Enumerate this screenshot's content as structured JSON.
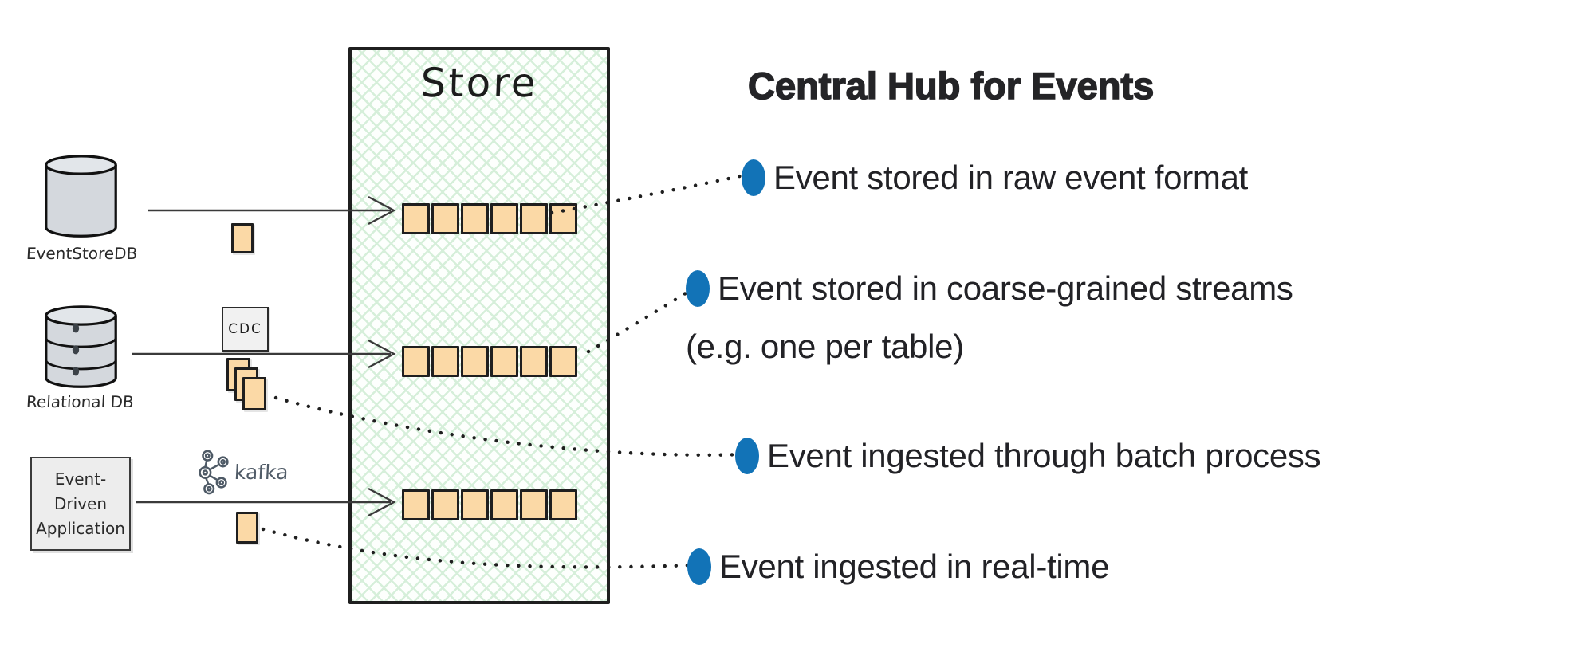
{
  "store": {
    "title": "Store",
    "streams": [
      {
        "name": "raw-event-stream",
        "cells": 6
      },
      {
        "name": "coarse-grained-stream",
        "cells": 6
      },
      {
        "name": "real-time-stream",
        "cells": 6
      }
    ]
  },
  "sources": [
    {
      "label": "EventStoreDB",
      "type": "event-database"
    },
    {
      "label": "Relational DB",
      "type": "relational-database"
    },
    {
      "label": "Event-Driven Application",
      "lines": [
        "Event-",
        "Driven",
        "Application"
      ],
      "type": "application"
    }
  ],
  "middleware": {
    "cdc_label": "CDC",
    "kafka_label": "kafka"
  },
  "panel": {
    "heading": "Central Hub for Events",
    "bullets": [
      {
        "text": "Event stored in raw event format"
      },
      {
        "text": "Event stored in coarse-grained streams (e.g. one per table)"
      },
      {
        "text": "Event ingested through batch process"
      },
      {
        "text": "Event ingested in real-time"
      }
    ]
  },
  "colors": {
    "accent_blue": "#1273b7",
    "event_orange": "#fbd9a6",
    "outline_dark": "#1f1f1f",
    "store_hatch_green": "#d6efda",
    "db_gray": "#d4d8dd",
    "box_gray": "#ededed",
    "kafka_gray": "#515c68",
    "text_dark": "#222222"
  }
}
